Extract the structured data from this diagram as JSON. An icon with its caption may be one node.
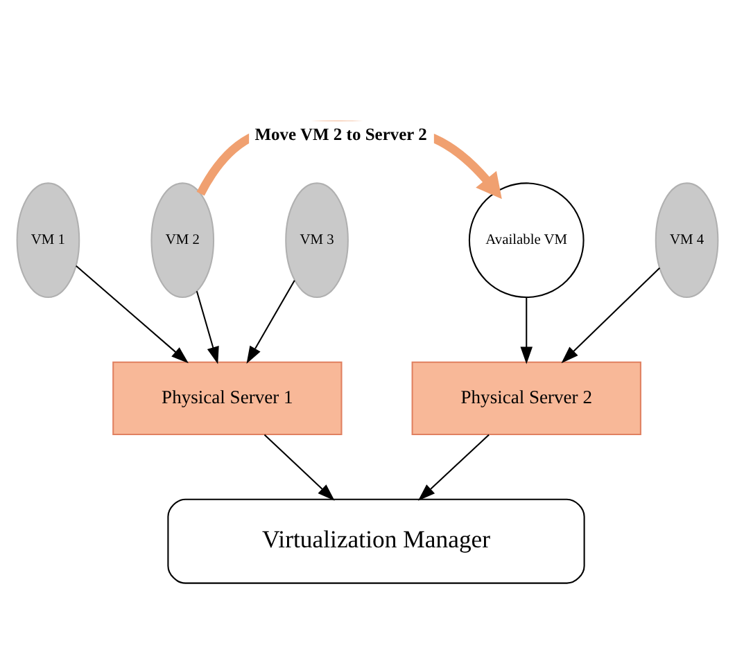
{
  "diagram": {
    "nodes": [
      {
        "text": [
          "VM 1"
        ]
      },
      {
        "text": [
          "VM 2"
        ]
      },
      {
        "text": [
          "VM 3"
        ]
      },
      {
        "text": [
          "Available VM"
        ]
      },
      {
        "text": [
          "VM 4"
        ]
      },
      {
        "text": [
          "Physical Server 1"
        ]
      },
      {
        "text": [
          "Physical Server 2"
        ]
      },
      {
        "text": [
          "Virtualization Manager"
        ]
      }
    ],
    "edges": [
      {
        "from": 1,
        "to": 3,
        "arrow": "to",
        "label": "Move VM 2 to Server 2",
        "style": "thick",
        "color": "#f0a070"
      },
      {
        "from": 0,
        "to": 5,
        "arrow": "to"
      },
      {
        "from": 1,
        "to": 5,
        "arrow": "to"
      },
      {
        "from": 2,
        "to": 5,
        "arrow": "to"
      },
      {
        "from": 3,
        "to": 6,
        "arrow": "to"
      },
      {
        "from": 4,
        "to": 6,
        "arrow": "to"
      },
      {
        "from": 5,
        "to": 7,
        "arrow": "to"
      },
      {
        "from": 6,
        "to": 7,
        "arrow": "to"
      }
    ]
  }
}
